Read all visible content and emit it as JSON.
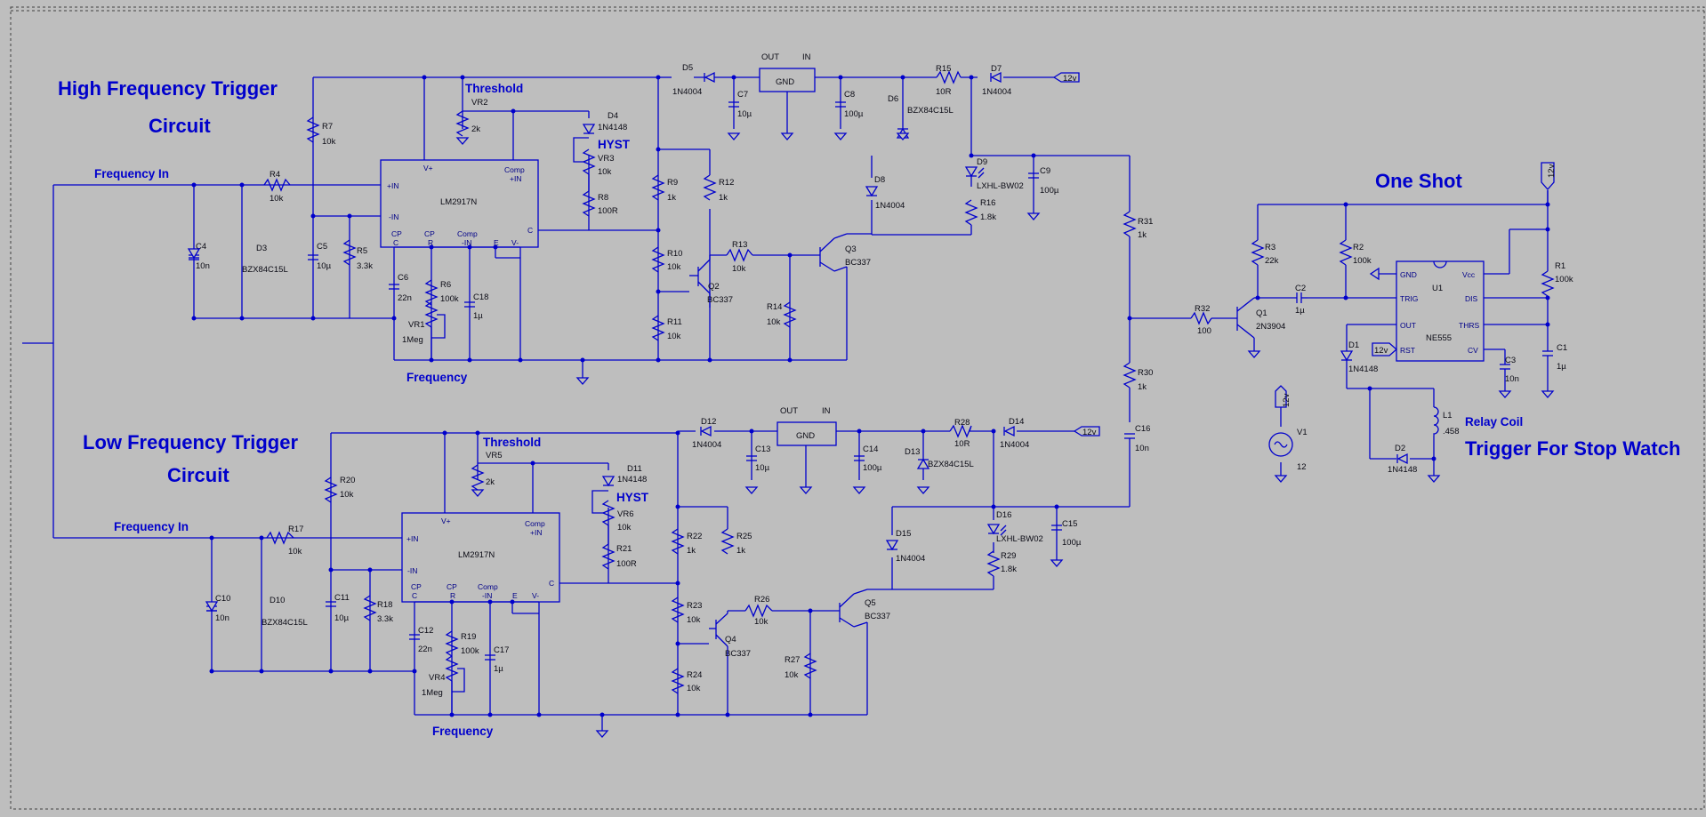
{
  "titles": {
    "hf_line1": "High Frequency Trigger",
    "hf_line2": "Circuit",
    "lf_line1": "Low Frequency Trigger",
    "lf_line2": "Circuit",
    "one_shot": "One Shot",
    "stopwatch": "Trigger For Stop Watch"
  },
  "nets": {
    "freq_in_hf": "Frequency In",
    "freq_in_lf": "Frequency In",
    "threshold_hf": "Threshold",
    "threshold_lf": "Threshold",
    "hyst_hf": "HYST",
    "hyst_lf": "HYST",
    "freq_hf": "Frequency",
    "freq_lf": "Frequency",
    "relay": "Relay Coil",
    "supply": "12v"
  },
  "hf": {
    "ic_name": "LM2917N",
    "pin_vplus": "V+",
    "pin_inp": "+IN",
    "pin_inm": "-IN",
    "pin_comp": "Comp",
    "pin_comp2": "+IN",
    "pin_c": "C",
    "pin_cpc1": "CP",
    "pin_cpc2": "C",
    "pin_cpr1": "CP",
    "pin_cpr2": "R",
    "pin_cin1": "Comp",
    "pin_cin2": "-IN",
    "pin_e": "E",
    "pin_vm": "V-",
    "reg_out": "OUT",
    "reg_in": "IN",
    "reg_gnd": "GND",
    "R4": "R4",
    "R4v": "10k",
    "R5": "R5",
    "R5v": "3.3k",
    "R6": "R6",
    "R6v": "100k",
    "R7": "R7",
    "R7v": "10k",
    "R8": "R8",
    "R8v": "100R",
    "R9": "R9",
    "R9v": "1k",
    "R10": "R10",
    "R10v": "10k",
    "R11": "R11",
    "R11v": "10k",
    "R12": "R12",
    "R12v": "1k",
    "R13": "R13",
    "R13v": "10k",
    "R14": "R14",
    "R14v": "10k",
    "R15": "R15",
    "R15v": "10R",
    "R16": "R16",
    "R16v": "1.8k",
    "R31": "R31",
    "R31v": "1k",
    "R30": "R30",
    "R30v": "1k",
    "C4": "C4",
    "C4v": "10n",
    "C5": "C5",
    "C5v": "10µ",
    "C6": "C6",
    "C6v": "22n",
    "C7": "C7",
    "C7v": "10µ",
    "C8": "C8",
    "C8v": "100µ",
    "C9": "C9",
    "C9v": "100µ",
    "C18": "C18",
    "C18v": "1µ",
    "C16": "C16",
    "C16v": "10n",
    "D3": "D3",
    "D3v": "BZX84C15L",
    "D4": "D4",
    "D4v": "1N4148",
    "D5": "D5",
    "D5v": "1N4004",
    "D6": "D6",
    "D6v": "BZX84C15L",
    "D7": "D7",
    "D7v": "1N4004",
    "D8": "D8",
    "D8v": "1N4004",
    "D9": "D9",
    "D9v": "LXHL-BW02",
    "VR1": "VR1",
    "VR1v": "1Meg",
    "VR2": "VR2",
    "VR2v": "2k",
    "VR3": "VR3",
    "VR3v": "10k",
    "Q2": "Q2",
    "Q2v": "BC337",
    "Q3": "Q3",
    "Q3v": "BC337"
  },
  "lf": {
    "ic_name": "LM2917N",
    "pin_vplus": "V+",
    "pin_inp": "+IN",
    "pin_inm": "-IN",
    "pin_comp": "Comp",
    "pin_comp2": "+IN",
    "pin_c": "C",
    "pin_cpc1": "CP",
    "pin_cpc2": "C",
    "pin_cpr1": "CP",
    "pin_cpr2": "R",
    "pin_cin1": "Comp",
    "pin_cin2": "-IN",
    "pin_e": "E",
    "pin_vm": "V-",
    "reg_out": "OUT",
    "reg_in": "IN",
    "reg_gnd": "GND",
    "R17": "R17",
    "R17v": "10k",
    "R18": "R18",
    "R18v": "3.3k",
    "R19": "R19",
    "R19v": "100k",
    "R20": "R20",
    "R20v": "10k",
    "R21": "R21",
    "R21v": "100R",
    "R22": "R22",
    "R22v": "1k",
    "R23": "R23",
    "R23v": "10k",
    "R24": "R24",
    "R24v": "10k",
    "R25": "R25",
    "R25v": "1k",
    "R26": "R26",
    "R26v": "10k",
    "R27": "R27",
    "R27v": "10k",
    "R28": "R28",
    "R28v": "10R",
    "R29": "R29",
    "R29v": "1.8k",
    "C10": "C10",
    "C10v": "10n",
    "C11": "C11",
    "C11v": "10µ",
    "C12": "C12",
    "C12v": "22n",
    "C13": "C13",
    "C13v": "10µ",
    "C14": "C14",
    "C14v": "100µ",
    "C15": "C15",
    "C15v": "100µ",
    "C17": "C17",
    "C17v": "1µ",
    "D10": "D10",
    "D10v": "BZX84C15L",
    "D11": "D11",
    "D11v": "1N4148",
    "D12": "D12",
    "D12v": "1N4004",
    "D13": "D13",
    "D13v": "BZX84C15L",
    "D14": "D14",
    "D14v": "1N4004",
    "D15": "D15",
    "D15v": "1N4004",
    "D16": "D16",
    "D16v": "LXHL-BW02",
    "VR4": "VR4",
    "VR4v": "1Meg",
    "VR5": "VR5",
    "VR5v": "2k",
    "VR6": "VR6",
    "VR6v": "10k",
    "Q4": "Q4",
    "Q4v": "BC337",
    "Q5": "Q5",
    "Q5v": "BC337"
  },
  "os": {
    "R32": "R32",
    "R32v": "100",
    "R3": "R3",
    "R3v": "22k",
    "R2": "R2",
    "R2v": "100k",
    "R1": "R1",
    "R1v": "100k",
    "C2": "C2",
    "C2v": "1µ",
    "C3": "C3",
    "C3v": "10n",
    "C1": "C1",
    "C1v": "1µ",
    "Q1": "Q1",
    "Q1v": "2N3904",
    "D1": "D1",
    "D1v": "1N4148",
    "D2": "D2",
    "D2v": "1N4148",
    "L1": "L1",
    "L1v": ".458",
    "V1": "V1",
    "V1v": "12",
    "U1": "U1",
    "U1v": "NE555",
    "p_gnd": "GND",
    "p_trig": "TRIG",
    "p_out": "OUT",
    "p_rst": "RST",
    "p_vcc": "Vcc",
    "p_dis": "DIS",
    "p_thrs": "THRS",
    "p_cv": "CV"
  },
  "colors": {
    "background": "#bebebe",
    "wire": "#0000cc",
    "text": "#0a0a14"
  }
}
